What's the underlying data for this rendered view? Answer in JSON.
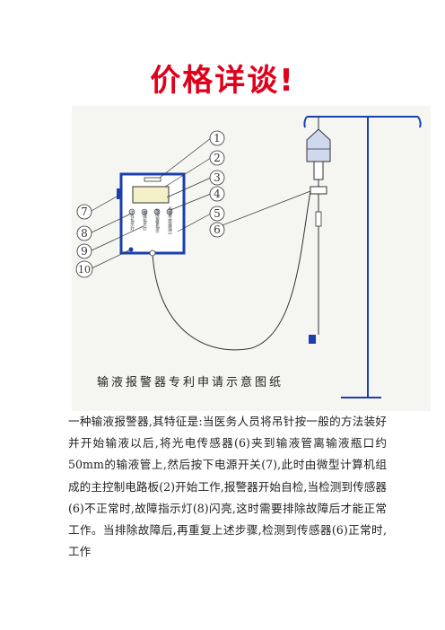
{
  "headline": "价格详谈!",
  "figure": {
    "caption": "输液报警器专利申请示意图纸",
    "callouts": [
      "1",
      "2",
      "3",
      "4",
      "5",
      "6",
      "7",
      "8",
      "9",
      "10"
    ],
    "panel_label_columns": [
      "工作指示灯",
      "故障指示灯",
      "故障报警指示",
      "光电传感器插口"
    ]
  },
  "body_text": "一种输液报警器,其特征是:当医务人员将吊针按一般的方法装好并开始输液以后,将光电传感器(6)夹到输液管离输液瓶口约50mm的输液管上,然后按下电源开关(7),此时由微型计算机组成的主控制电路板(2)开始工作,报警器开始自检,当检测到传感器(6)不正常时,故障指示灯(8)闪亮,这时需要排除故障后才能正常工作。当排除故障后,再重复上述步骤,检测到传感器(6)正常时,工作"
}
